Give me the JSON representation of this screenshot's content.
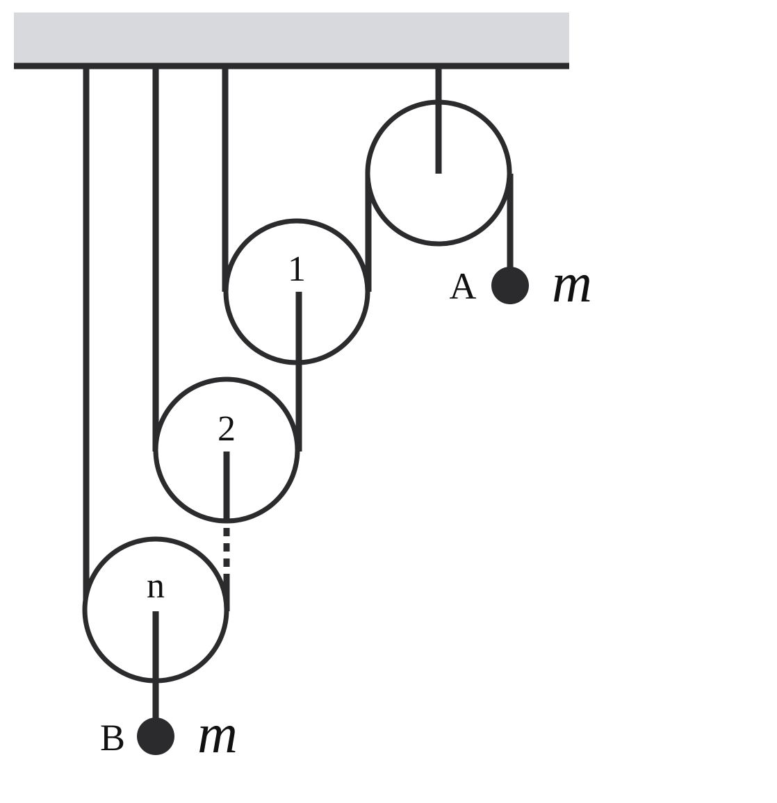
{
  "labels": {
    "pulley_1": "1",
    "pulley_2": "2",
    "pulley_n": "n",
    "point_a": "A",
    "point_b": "B",
    "mass_a": "m",
    "mass_b": "m"
  },
  "colors": {
    "ceiling": "#d8d9dc",
    "line": "#2b2b2d"
  },
  "icons": {
    "ceiling": "hatched-ceiling",
    "mass": "filled-circle"
  }
}
